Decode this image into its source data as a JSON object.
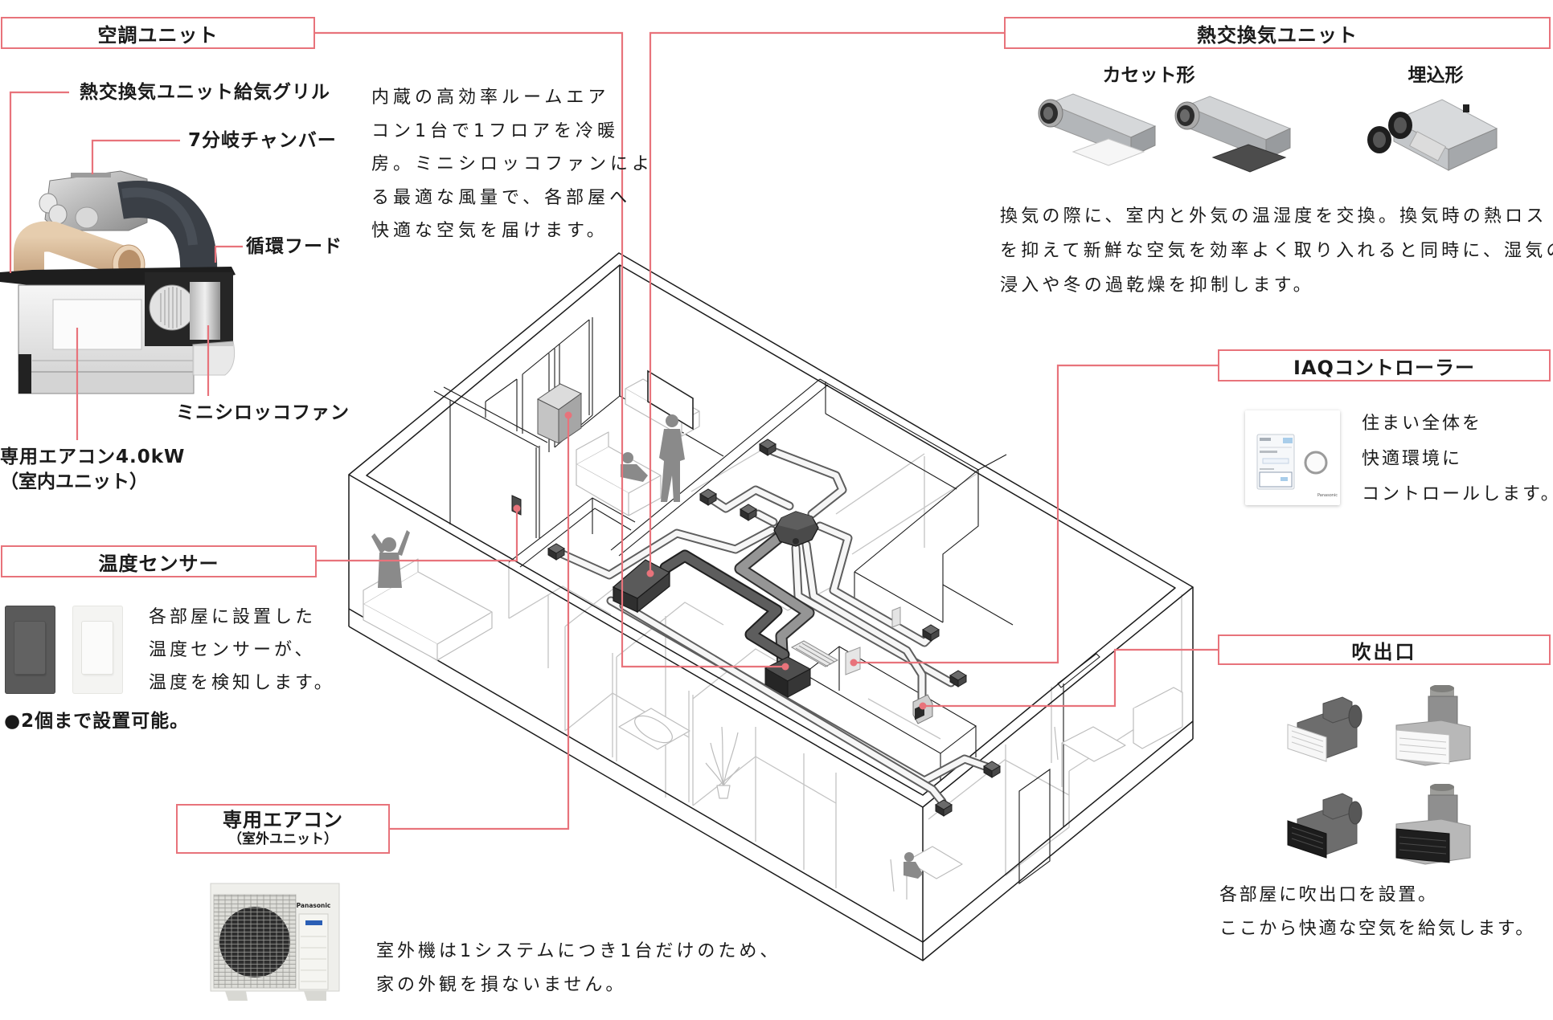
{
  "aircon_unit": {
    "title": "空調ユニット",
    "labels": {
      "supply_grille": "熱交換気ユニット給気グリル",
      "branch_chamber": "7分岐チャンバー",
      "circulation_hood": "循環フード",
      "sirocco_fan": "ミニシロッコファン",
      "indoor_unit": "専用エアコン4.0kW",
      "indoor_unit_note": "（室内ユニット）"
    },
    "description": [
      "内蔵の高効率ルームエア",
      "コン1台で1フロアを冷暖",
      "房。ミニシロッコファンによ",
      "る最適な風量で、各部屋へ",
      "快適な空気を届けます。"
    ]
  },
  "heat_exchange_unit": {
    "title": "熱交換気ユニット",
    "types": [
      {
        "label": "カセット形",
        "variants": [
          "white-grille",
          "dark-grille"
        ]
      },
      {
        "label": "埋込形",
        "variants": [
          "embedded"
        ]
      }
    ],
    "description": [
      "換気の際に、室内と外気の温湿度を交換。換気時の熱ロス",
      "を抑えて新鮮な空気を効率よく取り入れると同時に、湿気の",
      "浸入や冬の過乾燥を抑制します。"
    ]
  },
  "iaq_controller": {
    "title": "IAQコントローラー",
    "brand": "Panasonic",
    "description": [
      "住まい全体を",
      "快適環境に",
      "コントロールします。"
    ]
  },
  "outlet": {
    "title": "吹出口",
    "variants": [
      "white-side",
      "white-top",
      "black-side",
      "black-top"
    ],
    "description": [
      "各部屋に吹出口を設置。",
      "ここから快適な空気を給気します。"
    ]
  },
  "temperature_sensor": {
    "title": "温度センサー",
    "variants": [
      "dark",
      "white"
    ],
    "description": [
      "各部屋に設置した",
      "温度センサーが、",
      "温度を検知します。"
    ],
    "note": "●2個まで設置可能。"
  },
  "outdoor_unit": {
    "title": "専用エアコン",
    "subtitle": "（室外ユニット）",
    "brand": "Panasonic",
    "description": [
      "室外機は1システムにつき1台だけのため、",
      "家の外観を損ないません。"
    ]
  },
  "theme": {
    "accent": "#e8737b",
    "text": "#1a1a1a",
    "duct_dark": "#5d5d5d",
    "duct_light": "#f6f6f6"
  }
}
